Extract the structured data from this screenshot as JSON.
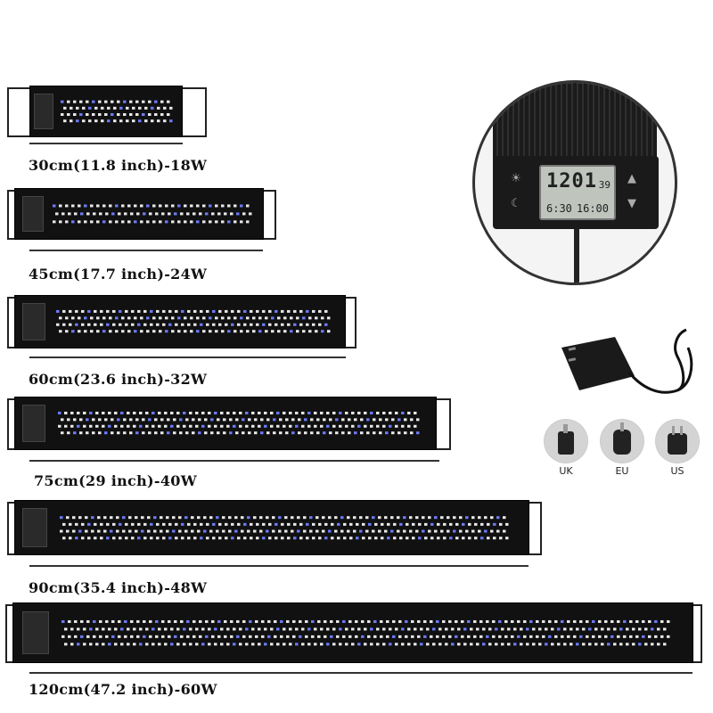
{
  "products": [
    {
      "label": "30cm(11.8 inch)-18W"
    },
    {
      "label": "45cm(17.7 inch)-24W"
    },
    {
      "label": "60cm(23.6 inch)-32W"
    },
    {
      "label": "75cm(29 inch)-40W"
    },
    {
      "label": "90cm(35.4 inch)-48W"
    },
    {
      "label": "120cm(47.2 inch)-60W"
    }
  ],
  "controller": {
    "time": "1201",
    "seconds": "39",
    "on_time": "6:30",
    "off_time": "16:00"
  },
  "plugs": [
    {
      "label": "UK"
    },
    {
      "label": "EU"
    },
    {
      "label": "US"
    }
  ],
  "colors": {
    "fixture": "#111111",
    "bracket": "#222222",
    "led_white": "#e9e9e9",
    "led_blue": "#6b7cff"
  }
}
